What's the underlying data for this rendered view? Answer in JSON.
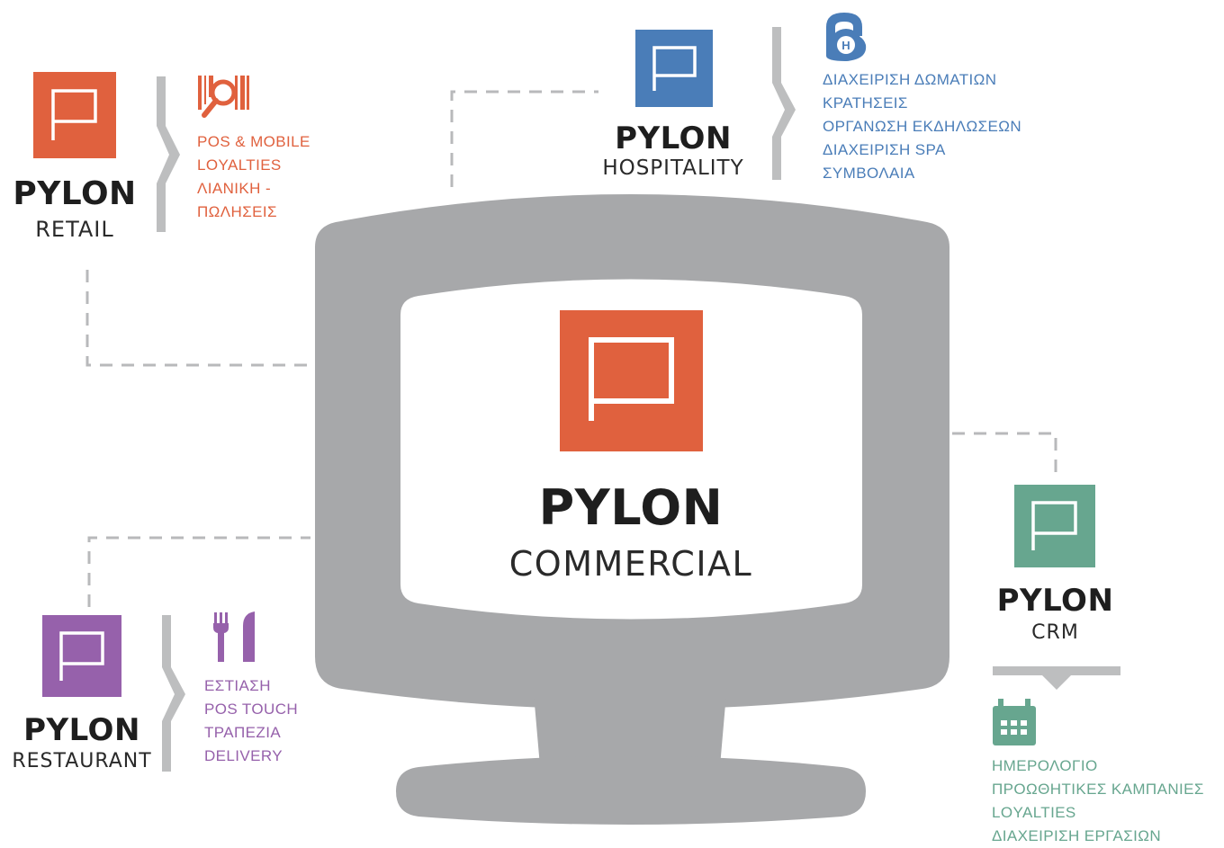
{
  "colors": {
    "retail": "#e0613e",
    "hospitality": "#4a7db8",
    "restaurant": "#9661ab",
    "crm": "#67a68f",
    "commercial": "#e0613e",
    "gray": "#a7a8aa",
    "connector": "#b8b9bb"
  },
  "center": {
    "title": "PYLON",
    "subtitle": "COMMERCIAL",
    "icon": "pylon-flag-logo"
  },
  "retail": {
    "title": "PYLON",
    "subtitle": "RETAIL",
    "icon": "barcode-search-icon",
    "features": [
      "POS & MOBILE",
      "LOYALTIES",
      "ΛΙΑΝΙΚΗ -",
      "ΠΩΛΗΣΕΙΣ"
    ]
  },
  "hospitality": {
    "title": "PYLON",
    "subtitle": "HOSPITALITY",
    "icon": "hotel-key-icon",
    "features": [
      "ΔΙΑΧΕΙΡΙΣΗ ΔΩΜΑΤΙΩΝ",
      "ΚΡΑΤΗΣΕΙΣ",
      "ΟΡΓΑΝΩΣΗ ΕΚΔΗΛΩΣΕΩΝ",
      "ΔΙΑΧΕΙΡΙΣΗ SPA",
      "ΣΥΜΒΟΛΑΙΑ"
    ]
  },
  "restaurant": {
    "title": "PYLON",
    "subtitle": "RESTAURANT",
    "icon": "fork-knife-icon",
    "features": [
      "ΕΣΤΙΑΣΗ",
      "POS TOUCH",
      "ΤΡΑΠΕΖΙΑ",
      "DELIVERY"
    ]
  },
  "crm": {
    "title": "PYLON",
    "subtitle": "CRM",
    "icon": "calendar-icon",
    "features": [
      "ΗΜΕΡΟΛΟΓΙΟ",
      "ΠΡΟΩΘΗΤΙΚΕΣ ΚΑΜΠΑΝΙΕΣ",
      "LOYALTIES",
      "ΔΙΑΧΕΙΡΙΣΗ ΕΡΓΑΣΙΩΝ"
    ]
  }
}
